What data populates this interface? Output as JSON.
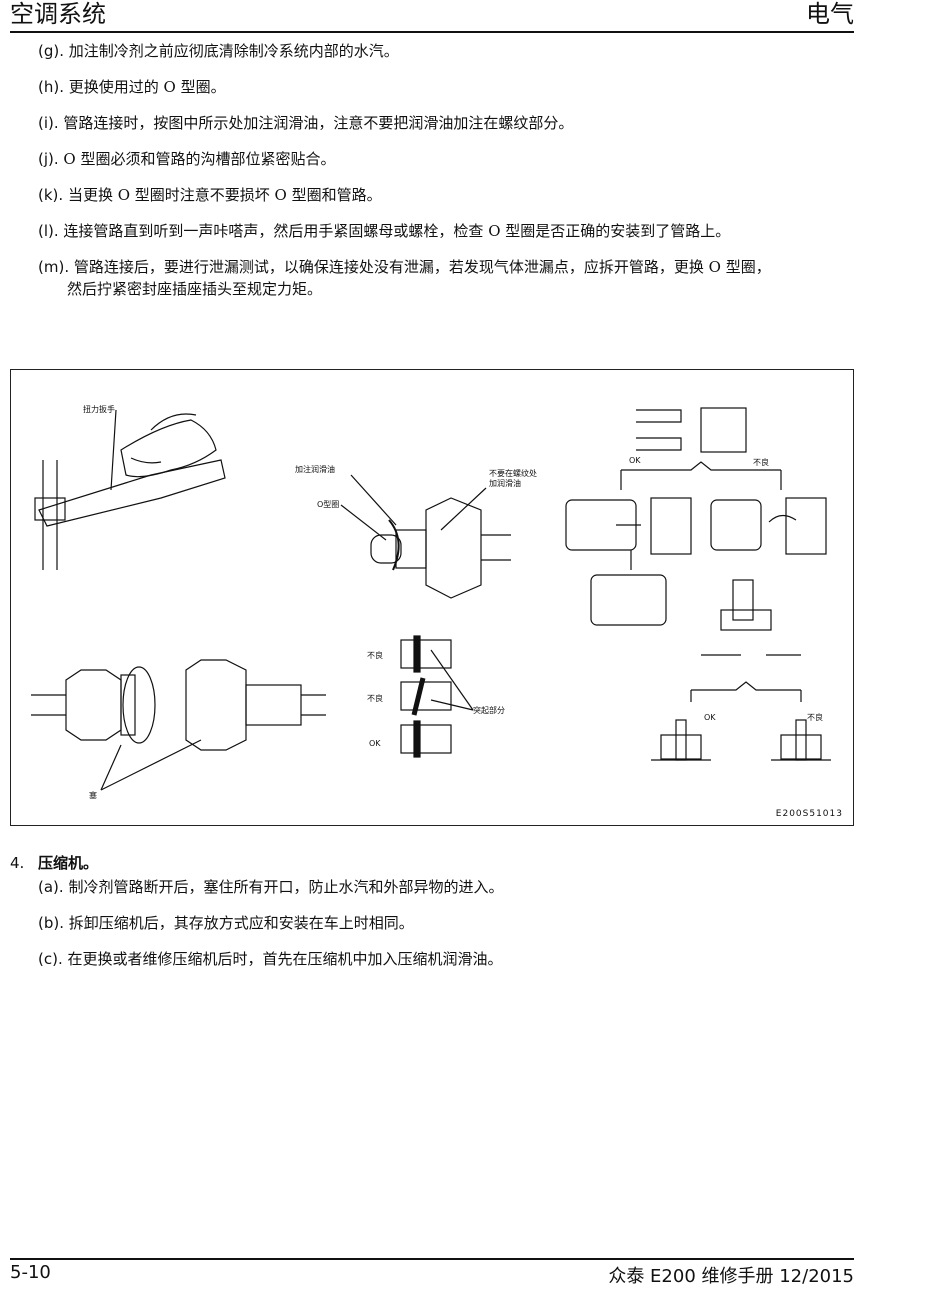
{
  "header": {
    "left": "空调系统",
    "right": "电气"
  },
  "items": [
    {
      "label": "(g).",
      "text": "加注制冷剂之前应彻底清除制冷系统内部的水汽。"
    },
    {
      "label": "(h).",
      "text": "更换使用过的 O 型圈。"
    },
    {
      "label": "(i).",
      "text": "管路连接时，按图中所示处加注润滑油，注意不要把润滑油加注在螺纹部分。"
    },
    {
      "label": "(j).",
      "text": "O 型圈必须和管路的沟槽部位紧密贴合。"
    },
    {
      "label": "(k).",
      "text": "当更换 O 型圈时注意不要损坏 O 型圈和管路。"
    },
    {
      "label": "(l).",
      "text": "连接管路直到听到一声咔嗒声，然后用手紧固螺母或螺栓，检查 O 型圈是否正确的安装到了管路上。"
    },
    {
      "label": "(m).",
      "text": "管路连接后，要进行泄漏测试，以确保连接处没有泄漏，若发现气体泄漏点，应拆开管路，更换 O 型圈，",
      "cont": "然后拧紧密封座插座插头至规定力矩。"
    }
  ],
  "figure": {
    "labels": {
      "torque_wrench": "扭力扳手",
      "oil_here": "加注润滑油",
      "no_oil_thread_1": "不要在螺纹处",
      "no_oil_thread_2": "加润滑油",
      "oring": "O型圈",
      "plug": "塞",
      "bad_1": "不良",
      "bad_2": "不良",
      "ok_1": "OK",
      "protrusion": "突起部分",
      "ok_top": "OK",
      "bad_top": "不良",
      "ok_bottom": "OK",
      "bad_bottom": "不良"
    },
    "code": "E200S51013"
  },
  "section": {
    "number": "4.",
    "title": "压缩机。",
    "items": [
      {
        "label": "(a).",
        "text": "制冷剂管路断开后，塞住所有开口，防止水汽和外部异物的进入。"
      },
      {
        "label": "(b).",
        "text": "拆卸压缩机后，其存放方式应和安装在车上时相同。"
      },
      {
        "label": "(c).",
        "text": "在更换或者维修压缩机后时，首先在压缩机中加入压缩机润滑油。"
      }
    ]
  },
  "footer": {
    "left": "5-10",
    "right": "众泰 E200 维修手册 12/2015"
  }
}
